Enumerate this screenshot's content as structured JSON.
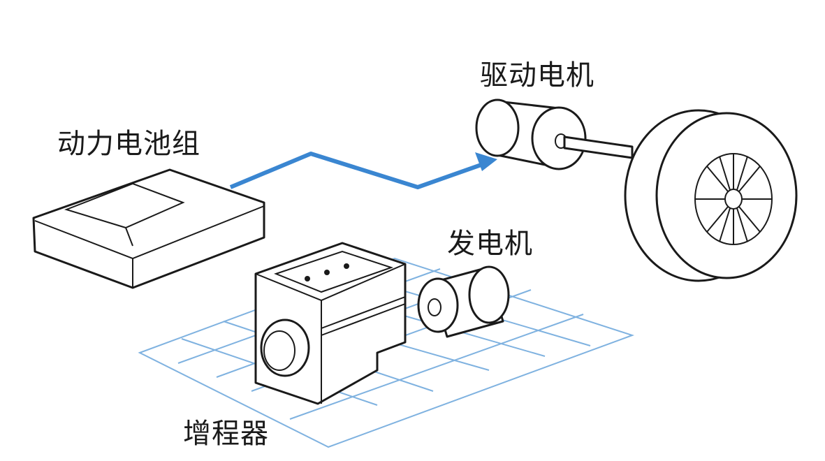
{
  "labels": {
    "battery_pack": "动力电池组",
    "drive_motor": "驱动电机",
    "generator": "发电机",
    "range_extender": "增程器"
  },
  "colors": {
    "energy_flow": "#3a86d1",
    "grid": "#7fb2e0",
    "outline": "#1a1a1a",
    "background": "#ffffff"
  }
}
